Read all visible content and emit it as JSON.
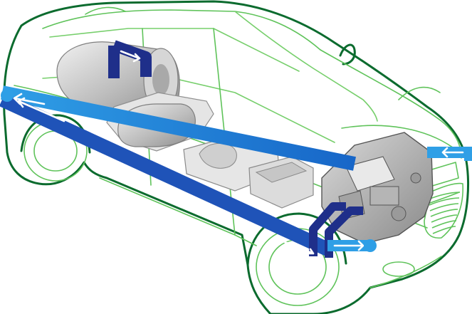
{
  "diagram": {
    "subject": "fuel-cell-vehicle-cutaway",
    "labels": [],
    "components": [
      {
        "name": "hydrogen-tank-rear",
        "icon": "cylinder-tank"
      },
      {
        "name": "hydrogen-tank-front",
        "icon": "cylinder-tank"
      },
      {
        "name": "battery-pack",
        "icon": "battery"
      },
      {
        "name": "power-electronics",
        "icon": "inverter"
      },
      {
        "name": "fuel-cell-stack-engine-bay",
        "icon": "fuel-cell"
      }
    ],
    "flows": [
      {
        "name": "air-intake-flow"
      },
      {
        "name": "upper-longitudinal-flow"
      },
      {
        "name": "lower-longitudinal-flow"
      },
      {
        "name": "tank-outlet-flow"
      },
      {
        "name": "stack-feed-flow"
      }
    ],
    "colors": {
      "car_outline": "#0b6b2e",
      "car_inner_lines": "#5fc35a",
      "car_glass_lines": "#77cf6c",
      "flow_light_blue": "#2f9fe6",
      "flow_mid_blue": "#1766c8",
      "flow_dark_blue": "#1f2f8a",
      "arrow_white": "#ffffff",
      "component_gray": "#b9b9b9",
      "component_light": "#e2e2e2",
      "component_dark": "#7f7f7f"
    }
  }
}
